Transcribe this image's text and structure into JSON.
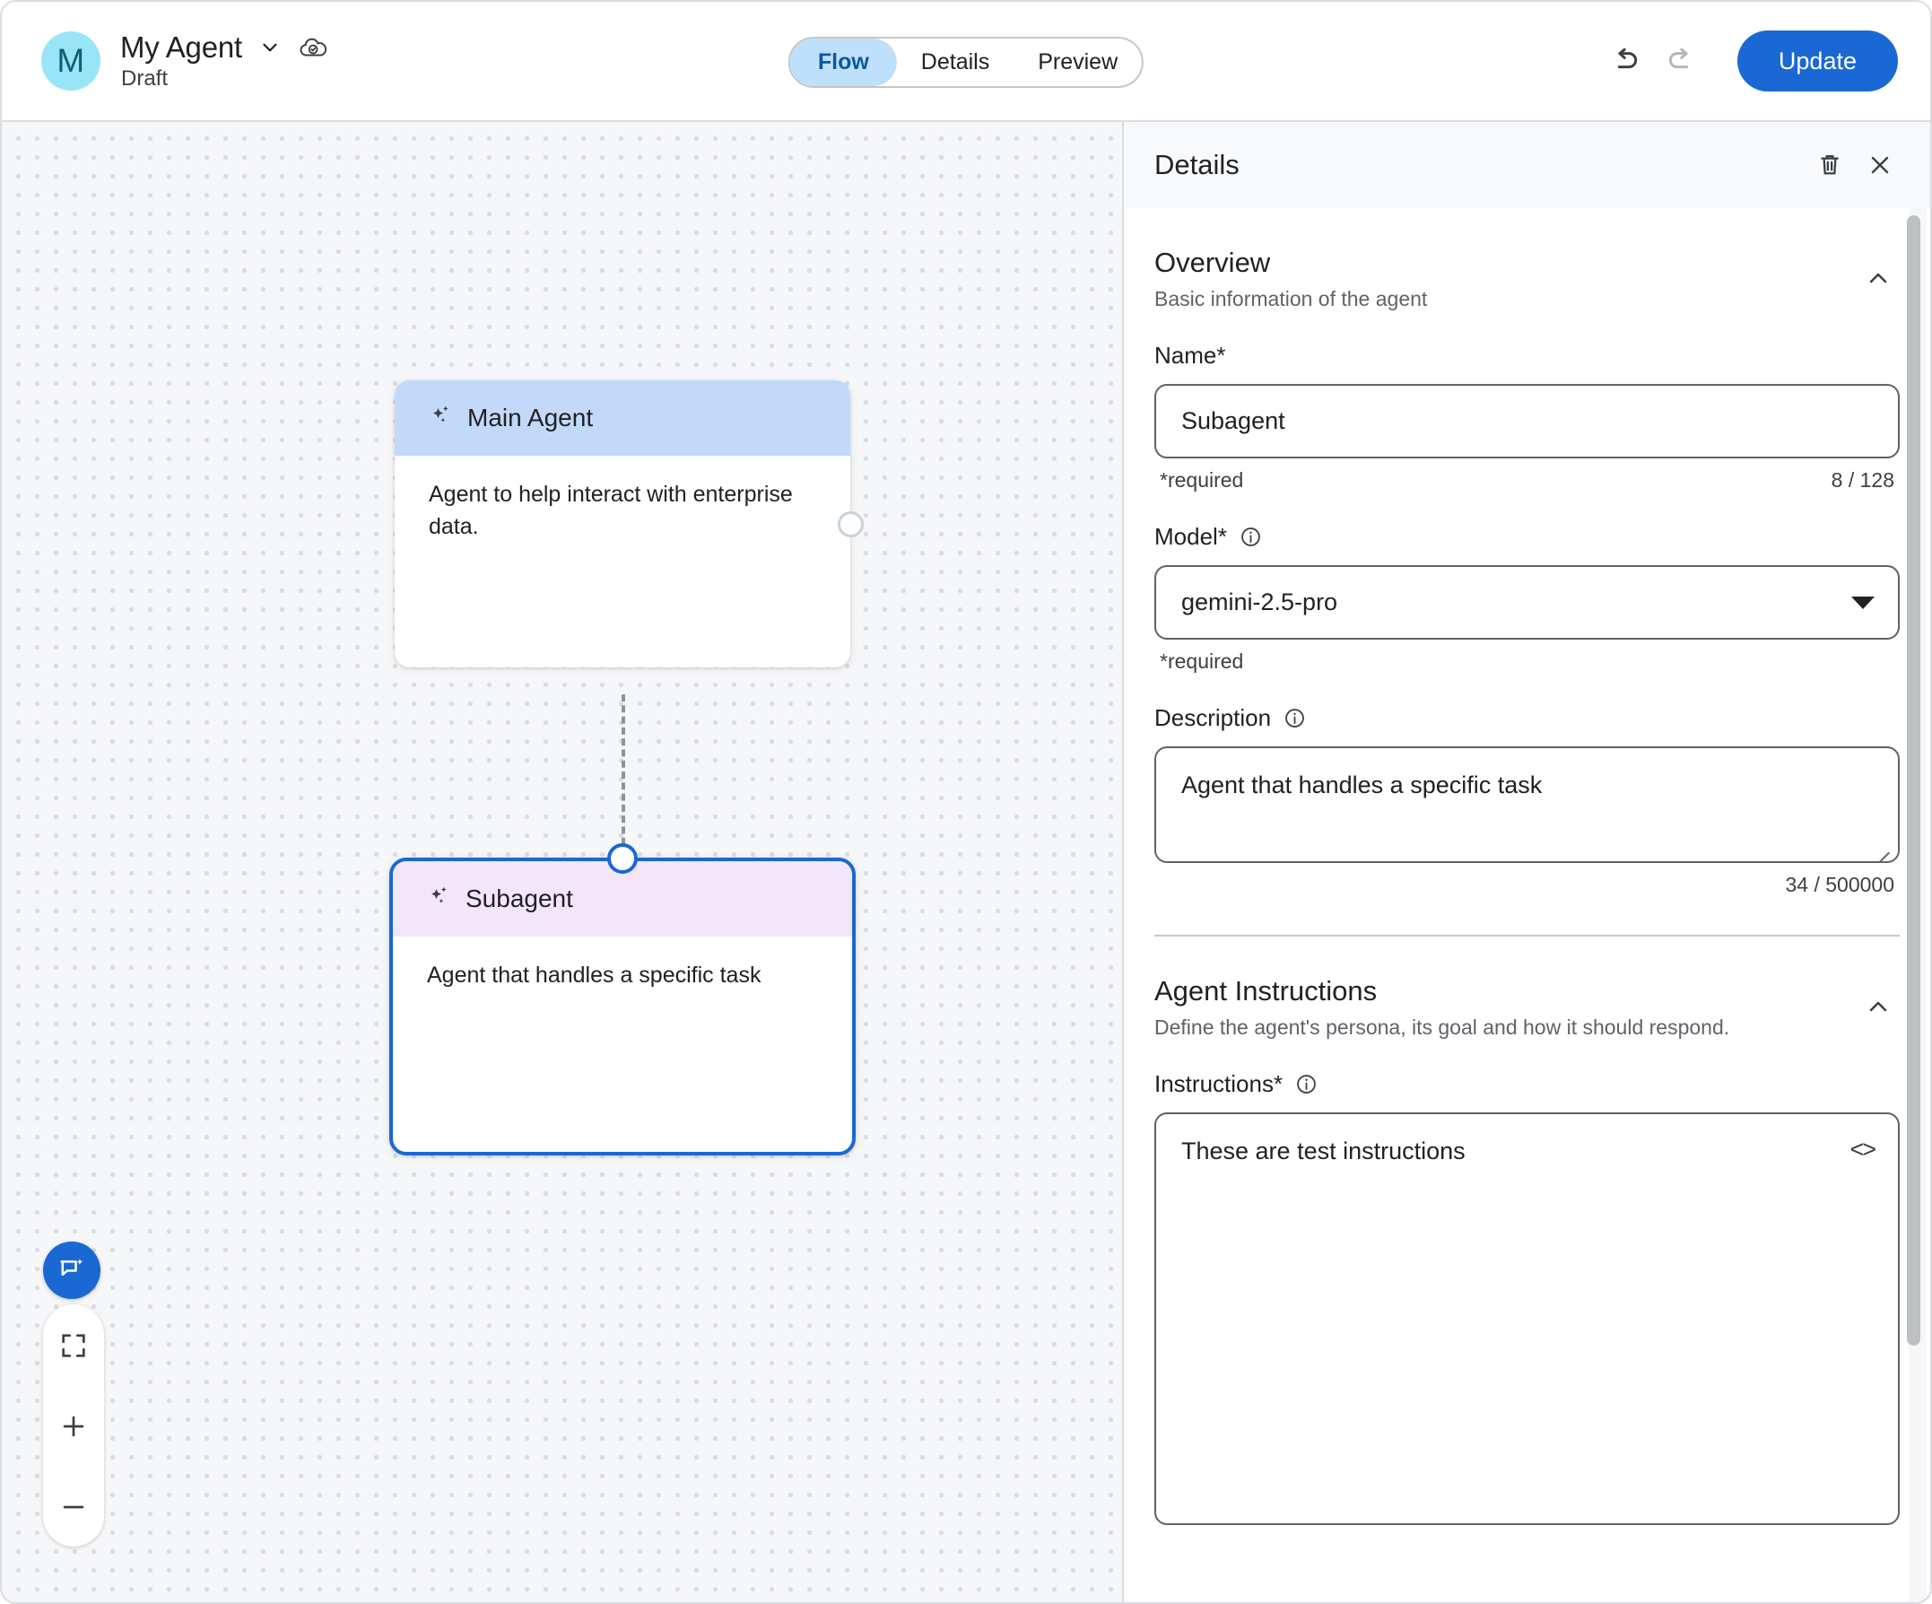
{
  "header": {
    "avatar_initial": "M",
    "agent_name": "My Agent",
    "agent_status": "Draft",
    "dropdown_icon": "chevron-down-icon",
    "cloud_icon": "cloud-saved-icon",
    "tabs": [
      {
        "label": "Flow",
        "active": true
      },
      {
        "label": "Details",
        "active": false
      },
      {
        "label": "Preview",
        "active": false
      }
    ],
    "undo_icon": "undo-icon",
    "redo_icon": "redo-icon",
    "update_label": "Update",
    "accent_color": "#1a68d3",
    "avatar_color": "#9ae4f8"
  },
  "canvas": {
    "nodes": [
      {
        "id": "main",
        "title": "Main Agent",
        "description": "Agent to help interact with enterprise data.",
        "header_color": "#c3d9f9",
        "selected": false
      },
      {
        "id": "sub",
        "title": "Subagent",
        "description": "Agent that handles a specific task",
        "header_color": "#f3e6fa",
        "selected": true
      }
    ],
    "node_icon": "sparkle-agent-icon",
    "controls": {
      "chat_icon": "chat-sparkle-icon",
      "fit_icon": "fit-to-screen-icon",
      "zoom_in_icon": "plus-icon",
      "zoom_out_icon": "minus-icon"
    }
  },
  "panel": {
    "title": "Details",
    "delete_icon": "trash-icon",
    "close_icon": "close-icon",
    "sections": [
      {
        "title": "Overview",
        "subtitle": "Basic information of the agent",
        "collapse_icon": "chevron-up-icon"
      },
      {
        "title": "Agent Instructions",
        "subtitle": "Define the agent's persona, its goal and how it should respond.",
        "collapse_icon": "chevron-up-icon"
      }
    ],
    "fields": {
      "name": {
        "label": "Name*",
        "value": "Subagent",
        "helper_left": "*required",
        "helper_right": "8 / 128"
      },
      "model": {
        "label": "Model*",
        "info_icon": "info-icon",
        "value": "gemini-2.5-pro",
        "helper_left": "*required",
        "dropdown_icon": "dropdown-arrow-icon"
      },
      "description": {
        "label": "Description",
        "info_icon": "info-icon",
        "value": "Agent that handles a specific task",
        "helper_right": "34 / 500000"
      },
      "instructions": {
        "label": "Instructions*",
        "info_icon": "info-icon",
        "value": "These are test instructions",
        "code_toggle": "<>"
      }
    }
  }
}
